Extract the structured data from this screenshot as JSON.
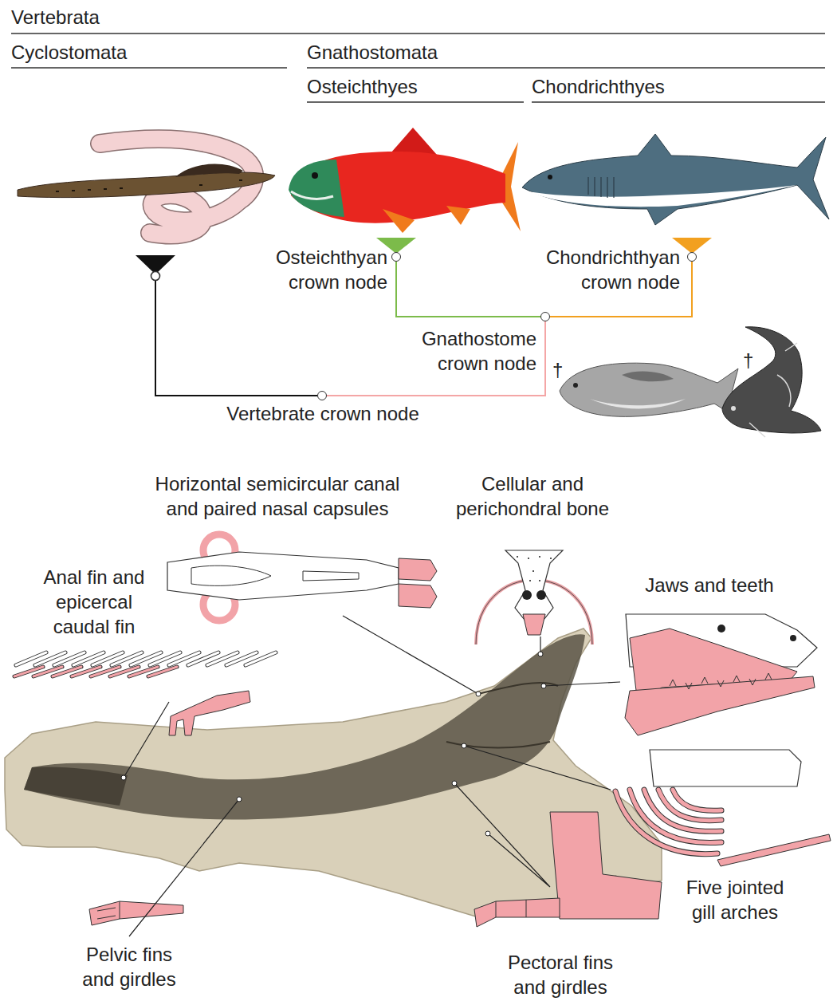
{
  "diagram": {
    "nodes": [
      {
        "text": [
          "Osteichthyan crown node"
        ]
      },
      {
        "text": [
          "Chondrichthyan crown node"
        ]
      },
      {
        "text": [
          "Gnathostome crown node"
        ]
      },
      {
        "text": [
          "Vertebrate crown node"
        ]
      }
    ],
    "edges": [
      {
        "from": 3,
        "to": 2,
        "arrow": "none"
      },
      {
        "from": 2,
        "to": 0,
        "arrow": "none"
      },
      {
        "from": 2,
        "to": 1,
        "arrow": "none"
      }
    ],
    "labels": [
      "Vertebrata",
      "Cyclostomata",
      "Gnathostomata",
      "Osteichthyes",
      "Chondrichthyes",
      "†",
      "†",
      "Horizontal semicircular canal and paired nasal capsules",
      "Cellular and perichondral bone",
      "Anal fin and epicercal caudal fin",
      "Jaws and teeth",
      "Five jointed gill arches",
      "Pelvic fins and girdles",
      "Pectoral fins and girdles"
    ]
  }
}
